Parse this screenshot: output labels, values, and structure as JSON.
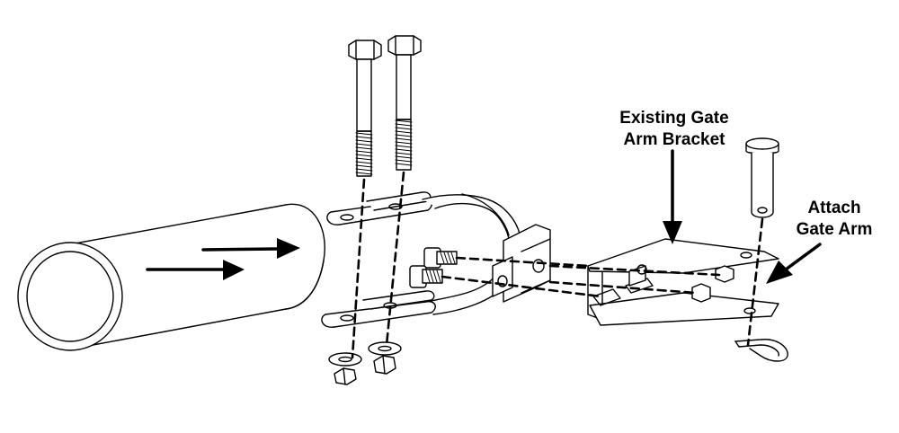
{
  "callouts": {
    "existing_bracket": {
      "line1": "Existing Gate",
      "line2": "Arm Bracket"
    },
    "attach_gate_arm": {
      "line1": "Attach",
      "line2": "Gate Arm"
    }
  },
  "colors": {
    "ink": "#000000",
    "paper": "#ffffff",
    "shade": "#e6e6e6"
  }
}
